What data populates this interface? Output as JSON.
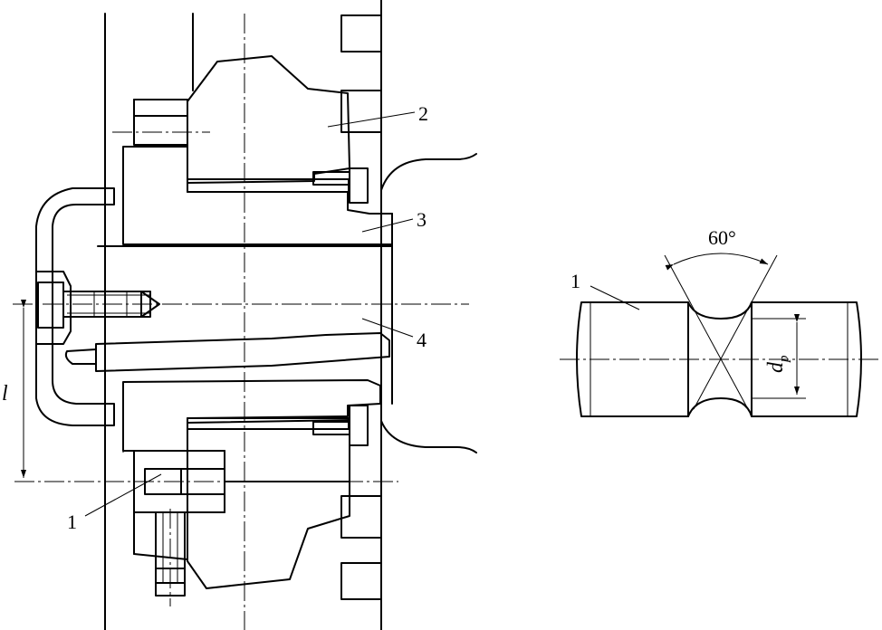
{
  "assembly": {
    "callouts": {
      "one": "1",
      "two": "2",
      "three": "3",
      "four": "4"
    },
    "dimension_l": "l"
  },
  "pin_detail": {
    "callout": "1",
    "angle": "60°",
    "diameter_symbol": "d",
    "diameter_subscript": "p"
  }
}
